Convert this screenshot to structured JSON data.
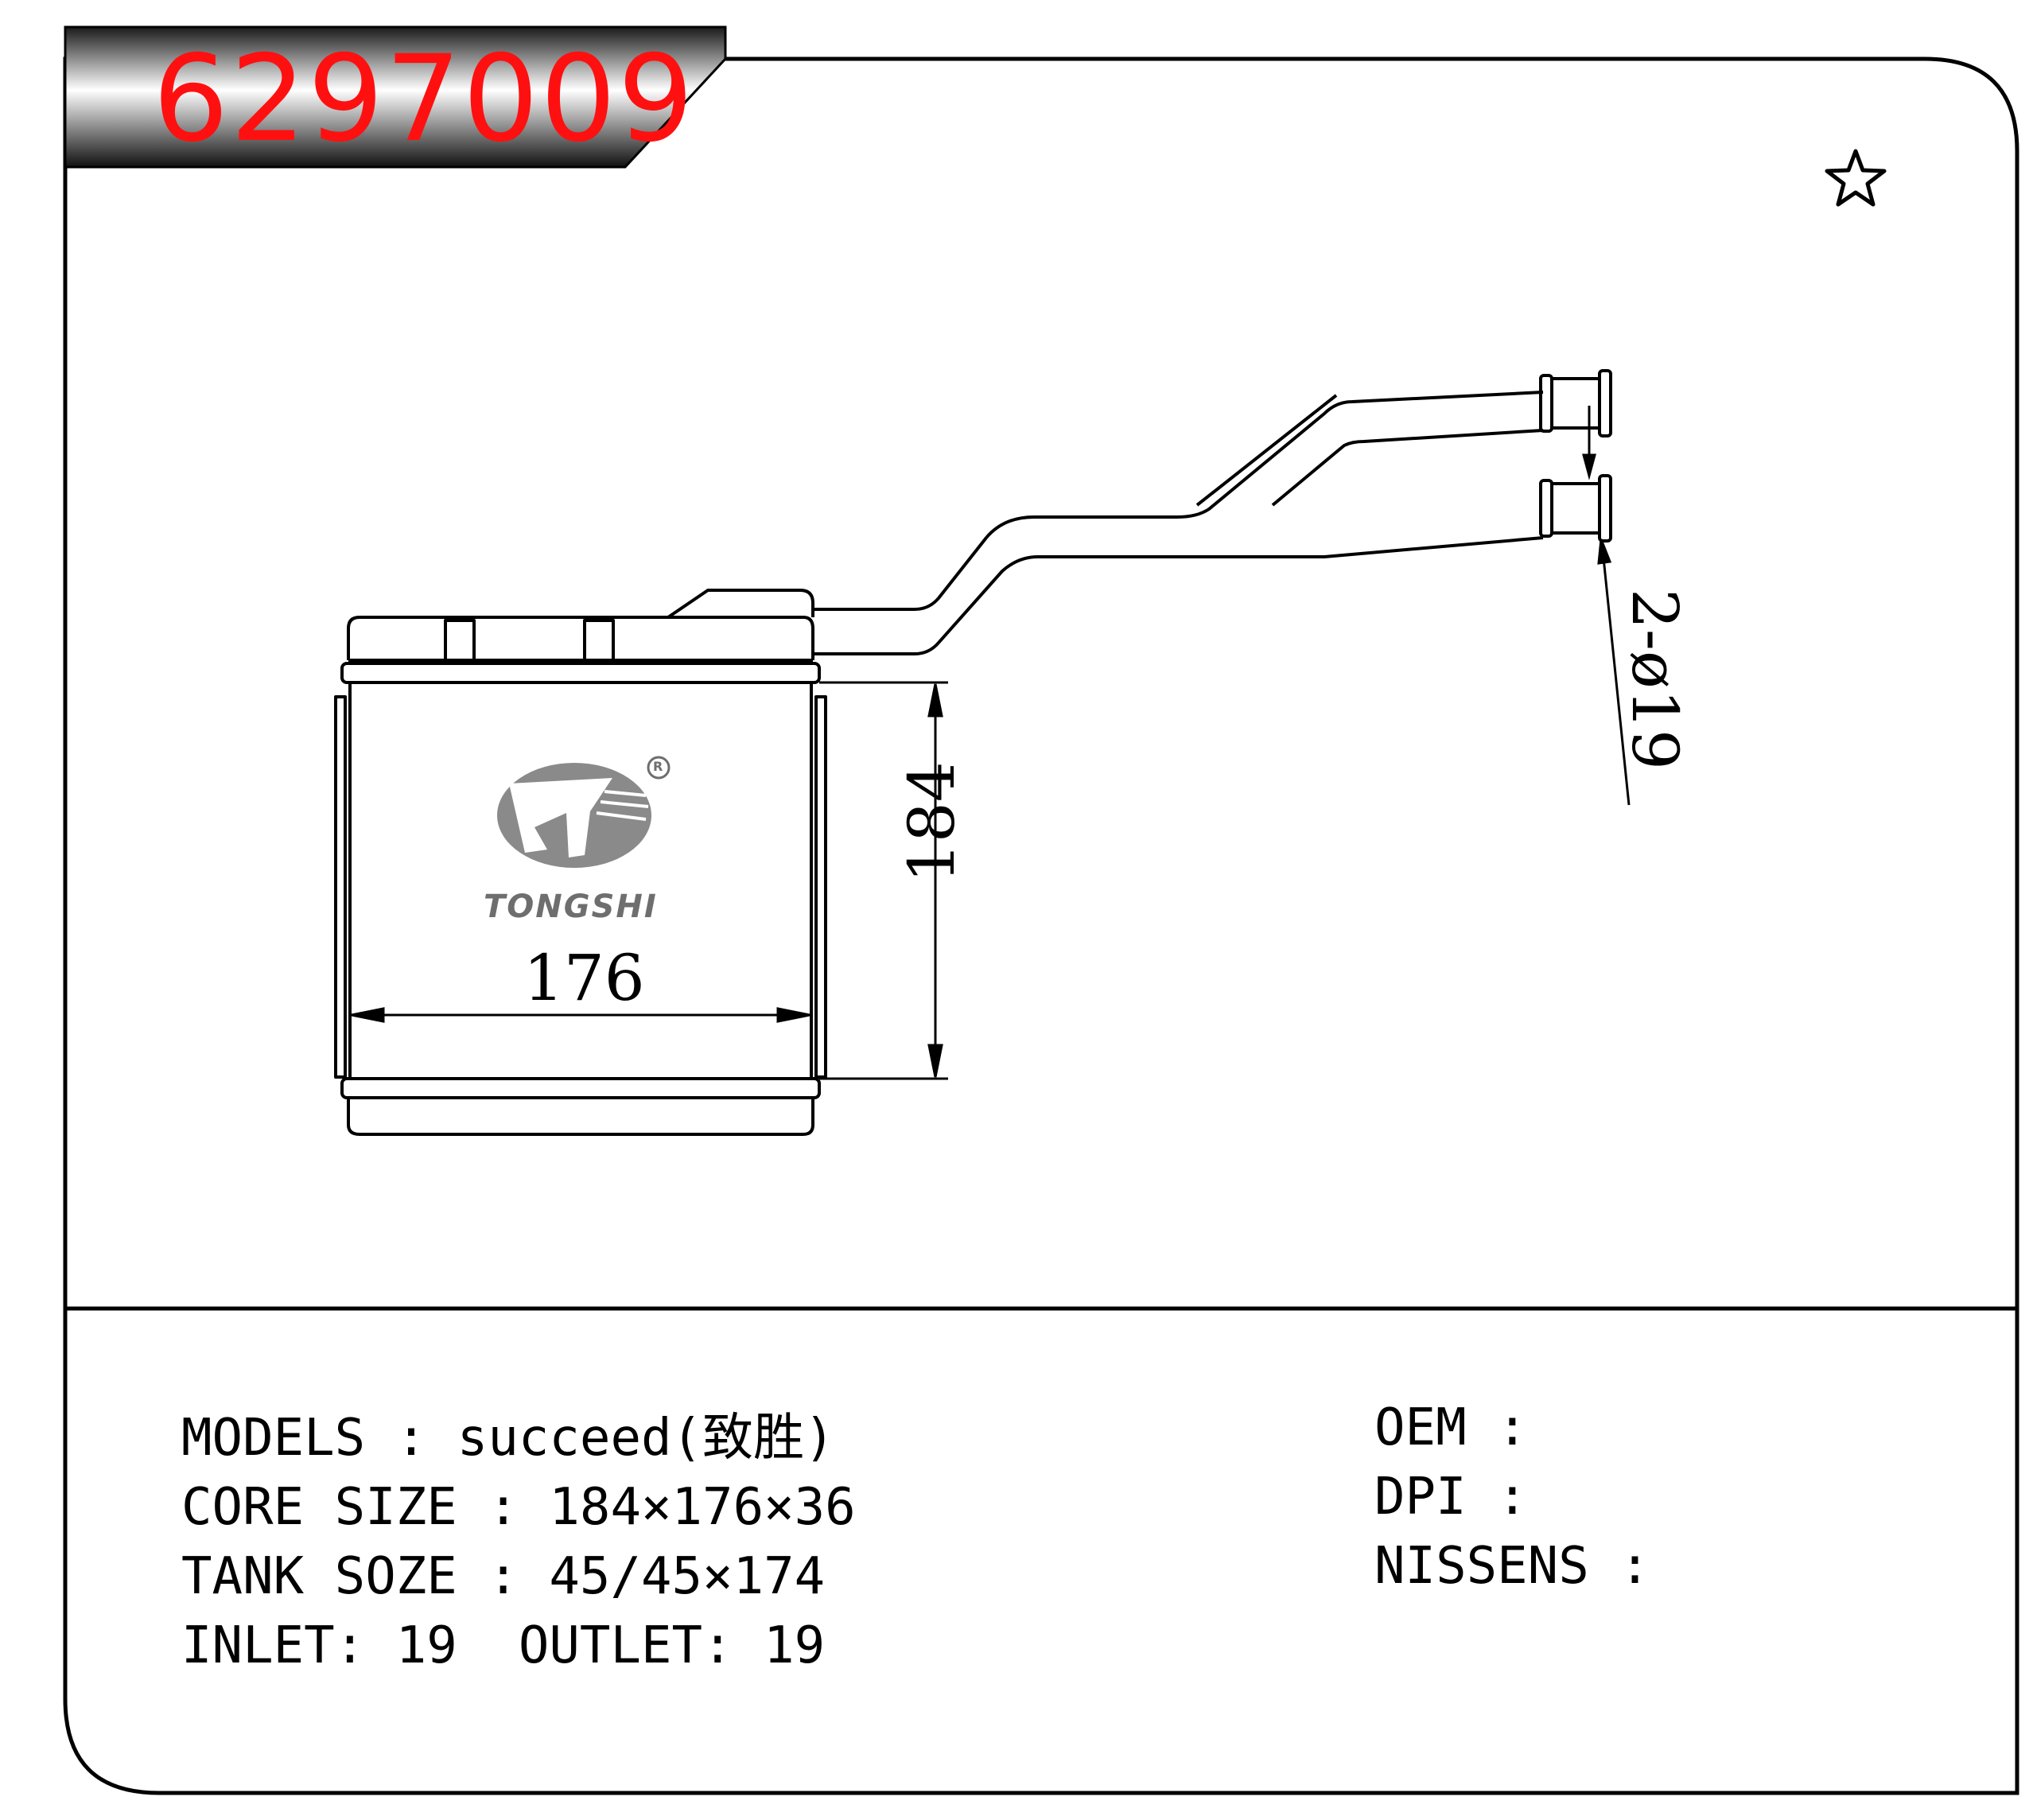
{
  "part_number": "6297009",
  "dimensions": {
    "height": "184",
    "width": "176",
    "pipe_diameter": "2-ø19"
  },
  "brand": {
    "name": "TONGSHI",
    "registered_mark": "R"
  },
  "icons": {
    "favorite": "star-icon"
  },
  "specs": {
    "models": {
      "label": "MODELS",
      "sep": " : ",
      "value": "succeed(致胜)"
    },
    "core_size": {
      "label": "CORE SIZE",
      "sep": " : ",
      "value": "184×176×36"
    },
    "tank_size": {
      "label": "TANK SOZE",
      "sep": " : ",
      "value": "45/45×174"
    },
    "inlet": {
      "label": "INLET",
      "sep": ": ",
      "value": "19"
    },
    "outlet": {
      "label": "OUTLET",
      "sep": ": ",
      "value": "19"
    },
    "oem": {
      "label": "OEM",
      "sep": " :",
      "value": ""
    },
    "dpi": {
      "label": "DPI",
      "sep": " :",
      "value": ""
    },
    "nissens": {
      "label": "NISSENS",
      "sep": " :",
      "value": ""
    }
  }
}
